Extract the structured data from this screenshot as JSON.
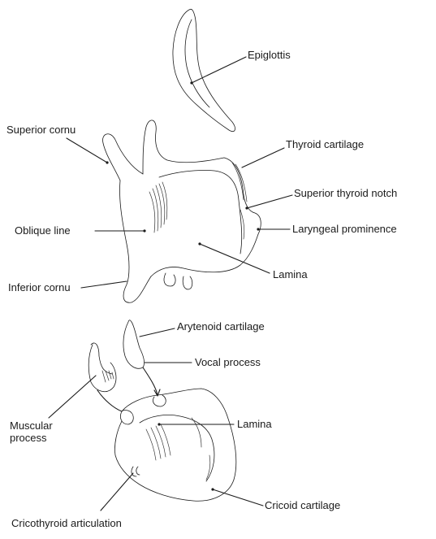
{
  "labels": {
    "epiglottis": "Epiglottis",
    "superior_cornu": "Superior cornu",
    "thyroid_cartilage": "Thyroid cartilage",
    "superior_thyroid_notch": "Superior thyroid notch",
    "oblique_line": "Oblique line",
    "laryngeal_prominence": "Laryngeal prominence",
    "lamina_thyroid": "Lamina",
    "inferior_cornu": "Inferior cornu",
    "arytenoid_cartilage": "Arytenoid cartilage",
    "vocal_process": "Vocal process",
    "muscular_process": "Muscular process",
    "lamina_cricoid": "Lamina",
    "cricoid_cartilage": "Cricoid cartilage",
    "cricothyroid_articulation": "Cricothyroid articulation"
  }
}
